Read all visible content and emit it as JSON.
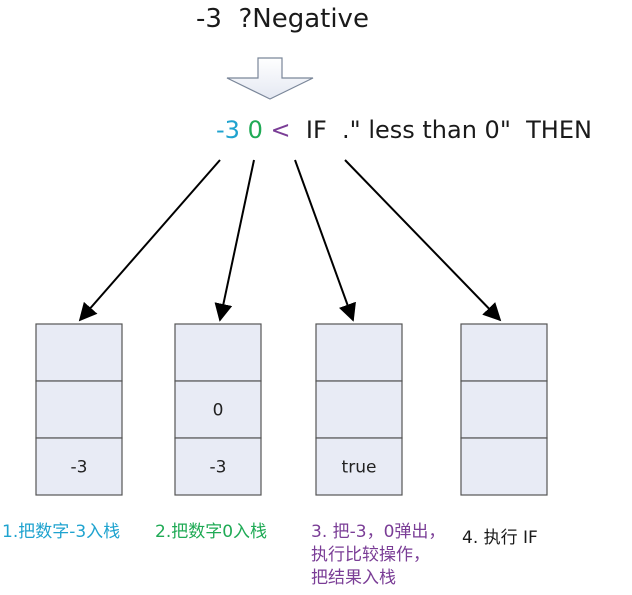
{
  "title": "-3  ?Negative",
  "code_line": {
    "token_num1": "-3",
    "token_num2": "0",
    "token_lt": "<",
    "token_rest": "IF  .\" less than 0\"  THEN"
  },
  "stacks": [
    {
      "cells": [
        "",
        "",
        "-3"
      ]
    },
    {
      "cells": [
        "",
        "0",
        "-3"
      ]
    },
    {
      "cells": [
        "",
        "",
        "true"
      ]
    },
    {
      "cells": [
        "",
        "",
        ""
      ]
    }
  ],
  "captions": [
    {
      "lines": [
        "1.把数字-3入栈"
      ]
    },
    {
      "lines": [
        "2.把数字0入栈"
      ]
    },
    {
      "lines": [
        "3. 把-3，0弹出，",
        "执行比较操作，",
        "把结果入栈"
      ]
    },
    {
      "lines": [
        "4. 执行 IF"
      ]
    }
  ],
  "colors": {
    "blue": "#1fa3cf",
    "green": "#1faa55",
    "purple": "#7a3d96",
    "cell_fill": "#e8ebf5",
    "cell_border": "#555555"
  }
}
